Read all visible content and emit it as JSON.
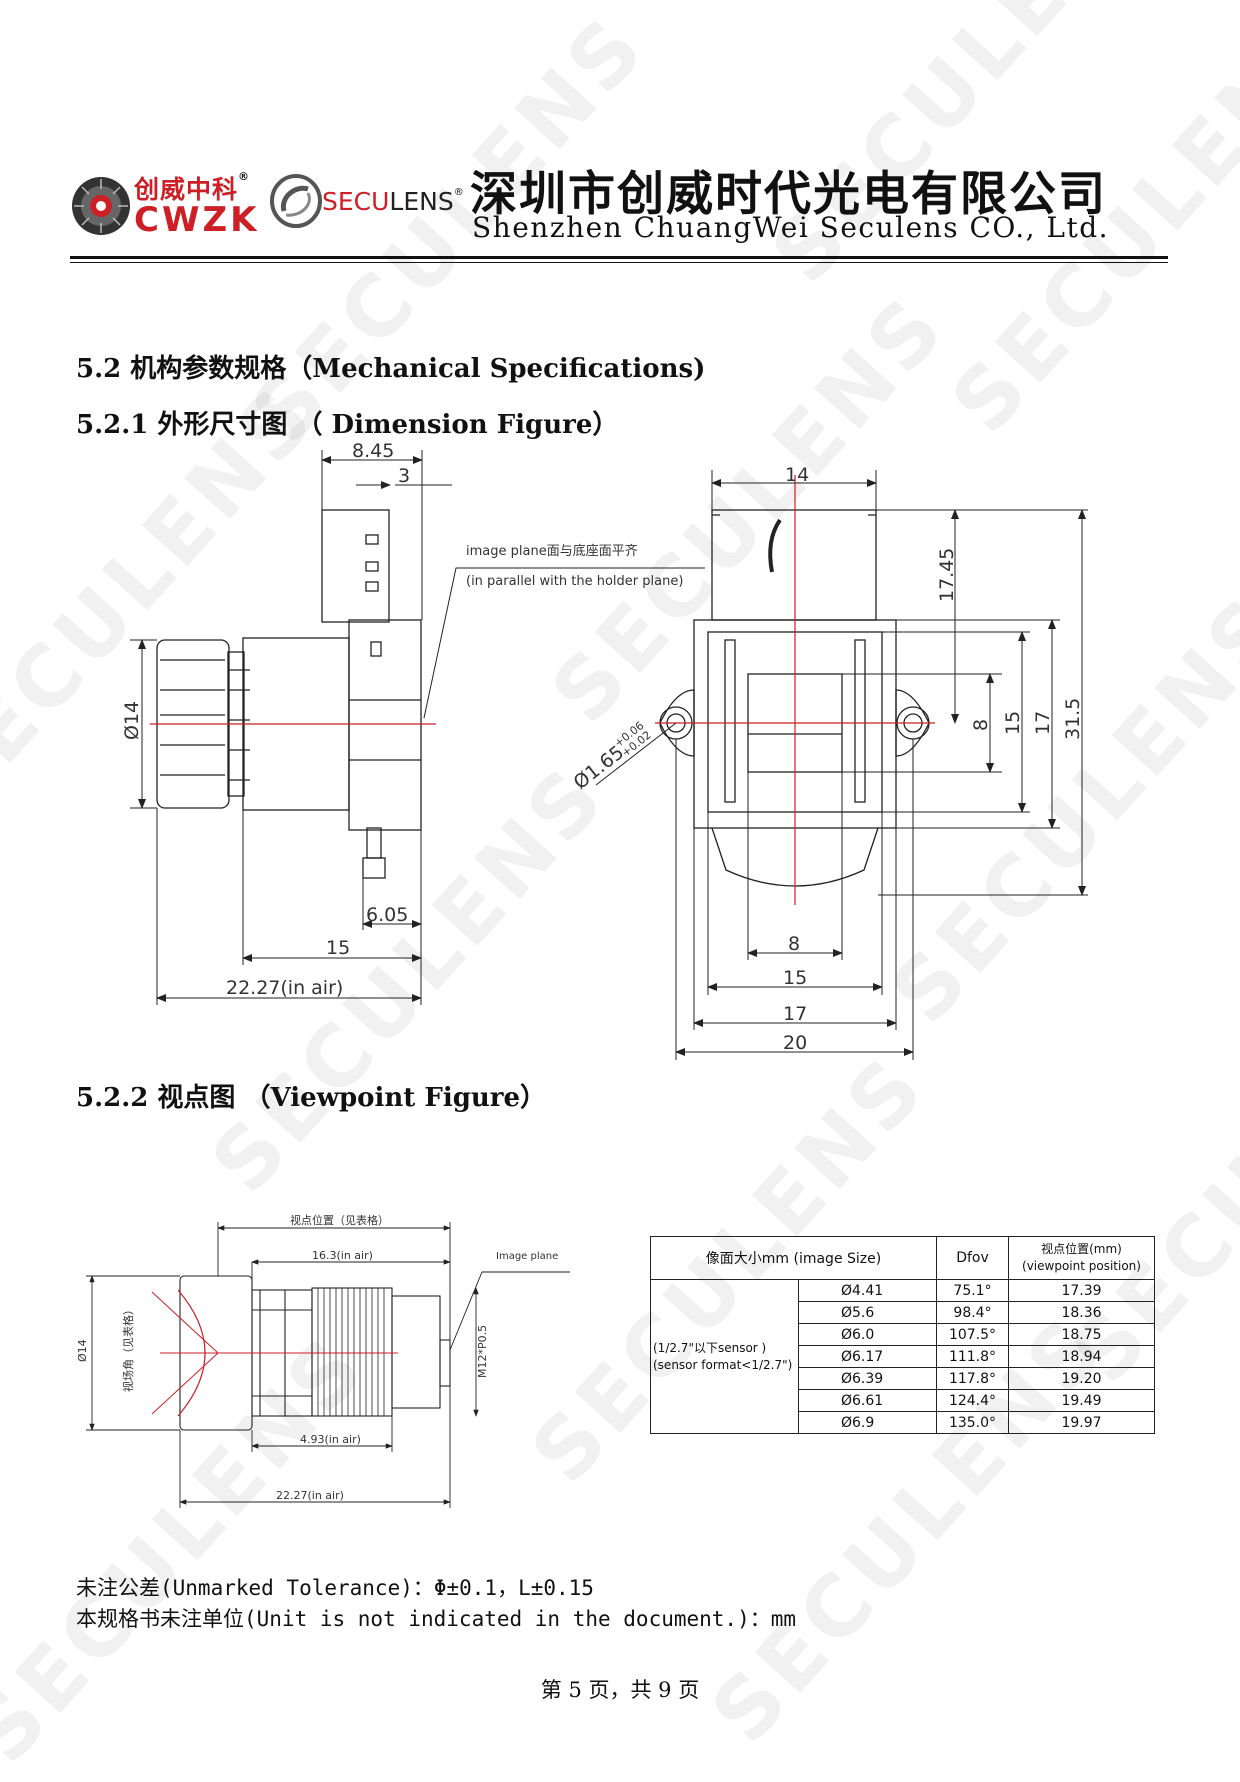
{
  "header": {
    "logo_cwzk_cn": "创威中科",
    "logo_cwzk_registered": "®",
    "logo_cwzk_en": "CWZK",
    "logo_secu_red": "SECU",
    "logo_secu_black": "LENS",
    "logo_secu_registered": "®",
    "company_cn": "深圳市创威时代光电有限公司",
    "company_en": "Shenzhen ChuangWei Seculens CO., Ltd."
  },
  "watermark": "SECULENS",
  "section_52": "5.2 机构参数规格（Mechanical Specifications)",
  "section_521": "5.2.1 外形尺寸图 （ Dimension Figure）",
  "section_522": "5.2.2 视点图 （Viewpoint Figure）",
  "dimension_figure": {
    "side": {
      "d_845": "8.45",
      "d_3": "3",
      "d_14": "Ø14",
      "d_605": "6.05",
      "d_15": "15",
      "d_2227": "22.27(in air)",
      "note1": "image plane面与底座面平齐",
      "note2": "(in parallel with the holder plane)"
    },
    "front": {
      "d_14": "14",
      "d_1745": "17.45",
      "d_hole": "Ø1.65",
      "d_hole_tol_up": "+0.06",
      "d_hole_tol_down": "+0.02",
      "d_8v": "8",
      "d_15v": "15",
      "d_17v": "17",
      "d_315": "31.5",
      "d_8h": "8",
      "d_15h": "15",
      "d_17h": "17",
      "d_20": "20"
    }
  },
  "viewpoint_figure": {
    "label_viewpoint": "视点位置（见表格）",
    "label_163": "16.3(in air)",
    "label_image_plane": "Image plane",
    "label_d14": "Ø14",
    "label_fov": "视场角（见表格）",
    "label_m12": "M12*P0.5",
    "label_493": "4.93(in air)",
    "label_2227": "22.27(in air)"
  },
  "spec_table": {
    "head_size": "像面大小mm (image Size)",
    "head_dfov": "Dfov",
    "head_vp_cn": "视点位置(mm)",
    "head_vp_en": "(viewpoint position)",
    "sensor_1": "(1/2.7\"以下sensor )",
    "sensor_2": "(sensor format<1/2.7\")",
    "rows": [
      {
        "size": "Ø4.41",
        "dfov": "75.1°",
        "vp": "17.39"
      },
      {
        "size": "Ø5.6",
        "dfov": "98.4°",
        "vp": "18.36"
      },
      {
        "size": "Ø6.0",
        "dfov": "107.5°",
        "vp": "18.75"
      },
      {
        "size": "Ø6.17",
        "dfov": "111.8°",
        "vp": "18.94"
      },
      {
        "size": "Ø6.39",
        "dfov": "117.8°",
        "vp": "19.20"
      },
      {
        "size": "Ø6.61",
        "dfov": "124.4°",
        "vp": "19.49"
      },
      {
        "size": "Ø6.9",
        "dfov": "135.0°",
        "vp": "19.97"
      }
    ]
  },
  "tolerance_note": "未注公差(Unmarked Tolerance)：Φ±0.1，L±0.15",
  "unit_note": "本规格书未注单位(Unit is not indicated in the document.)：mm",
  "footer": "第 5 页，共 9 页"
}
